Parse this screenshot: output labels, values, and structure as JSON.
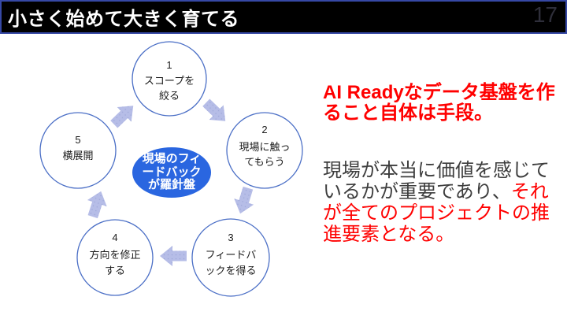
{
  "header": {
    "title": "小さく始めて大きく育てる",
    "page_number": "17"
  },
  "diagram": {
    "center": {
      "text": "現場のフィードバックが羅針盤",
      "lines": [
        "現場のフィ",
        "ードバック",
        "が羅針盤"
      ]
    },
    "steps": [
      {
        "number": "1",
        "label": "スコープを絞る",
        "lines": [
          "スコープを",
          "絞る"
        ]
      },
      {
        "number": "2",
        "label": "現場に触ってもらう",
        "lines": [
          "現場に触っ",
          "てもらう"
        ]
      },
      {
        "number": "3",
        "label": "フィードバックを得る",
        "lines": [
          "フィードバ",
          "ックを得る"
        ]
      },
      {
        "number": "4",
        "label": "方向を修正する",
        "lines": [
          "方向を修正",
          "する"
        ]
      },
      {
        "number": "5",
        "label": "横展開",
        "lines": [
          "横展開"
        ]
      }
    ]
  },
  "right_panel": {
    "heading": "AI Readyなデータ基盤を作ること自体は手段。",
    "body_black": "現場が本当に価値を感じているかが重要であり、",
    "body_red": "それが全てのプロジェクトの推進要素となる。"
  },
  "colors": {
    "title_bar_background": "#000000",
    "title_bar_border": "#3648A5",
    "title_text": "#FFFFFF",
    "page_number_text": "#2E2E3A",
    "circle_border": "#4B6FC6",
    "center_ellipse_fill": "#2A66E0",
    "arrow_fill": "#B6BDE7",
    "arrow_dot": "#9CA6D8",
    "accent_red": "#FF0000",
    "body_text": "#3D3D3D"
  }
}
